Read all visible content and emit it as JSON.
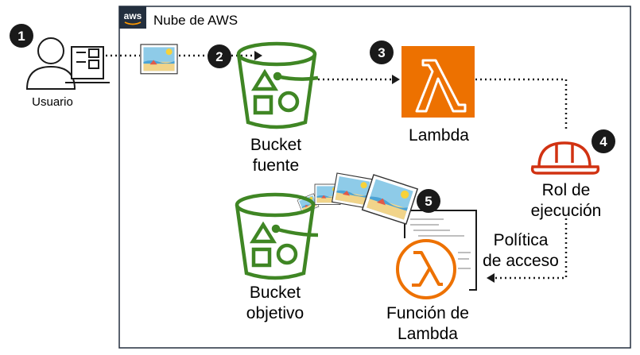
{
  "cloud": {
    "title": "Nube de AWS",
    "logo_text": "aws"
  },
  "user": {
    "label": "Usuario"
  },
  "steps": [
    "1",
    "2",
    "3",
    "4",
    "5"
  ],
  "source_bucket": {
    "line1": "Bucket",
    "line2": "fuente"
  },
  "lambda": {
    "label": "Lambda"
  },
  "execution_role": {
    "line1": "Rol de",
    "line2": "ejecución"
  },
  "access_policy": {
    "line1": "Política",
    "line2": "de acceso"
  },
  "target_bucket": {
    "line1": "Bucket",
    "line2": "objetivo"
  },
  "lambda_function": {
    "line1": "Función de",
    "line2": "Lambda"
  },
  "colors": {
    "bucket_green": "#3f8624",
    "lambda_orange": "#ed7100",
    "role_red": "#d13212",
    "step_black": "#1a1a1a",
    "border": "#232f3e"
  }
}
